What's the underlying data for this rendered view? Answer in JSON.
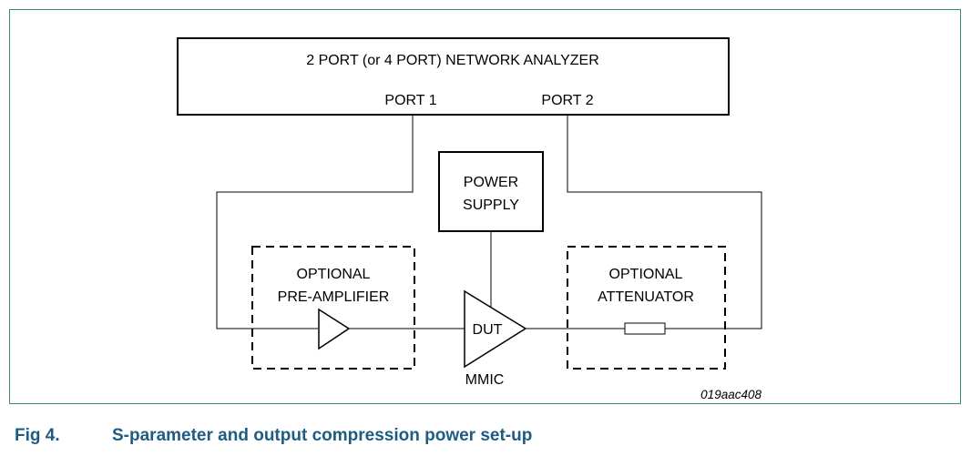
{
  "diagram": {
    "analyzer": {
      "title": "2 PORT (or 4 PORT) NETWORK ANALYZER",
      "port1": "PORT 1",
      "port2": "PORT 2"
    },
    "power_supply": {
      "line1": "POWER",
      "line2": "SUPPLY"
    },
    "pre_amplifier": {
      "line1": "OPTIONAL",
      "line2": "PRE-AMPLIFIER"
    },
    "dut": {
      "label": "DUT",
      "sublabel": "MMIC"
    },
    "attenuator": {
      "line1": "OPTIONAL",
      "line2": "ATTENUATOR"
    },
    "figure_code": "019aac408"
  },
  "caption": {
    "number": "Fig 4.",
    "title": "S-parameter and output compression power set-up"
  }
}
